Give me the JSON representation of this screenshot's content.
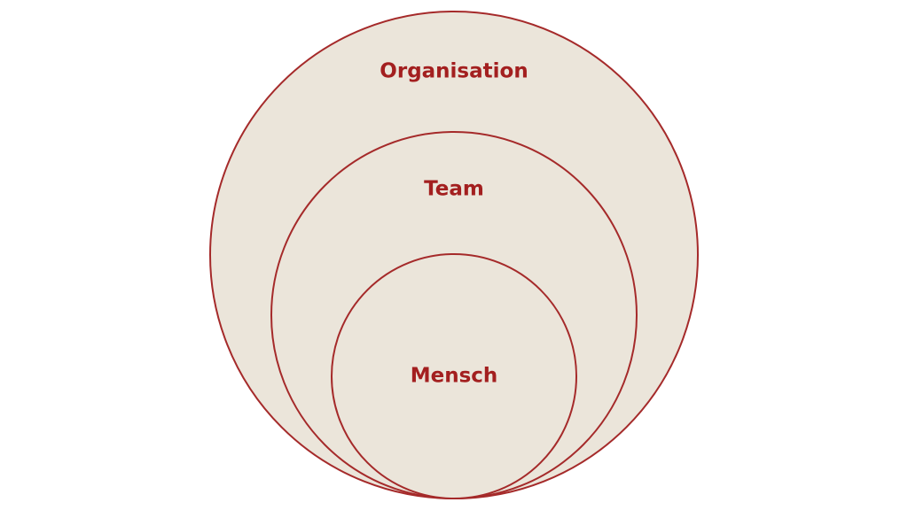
{
  "colors": {
    "fill": "#ebe5da",
    "stroke": "#a52a2a",
    "text": "#a31f1f"
  },
  "levels": [
    {
      "label": "Organisation"
    },
    {
      "label": "Team"
    },
    {
      "label": "Mensch"
    }
  ]
}
